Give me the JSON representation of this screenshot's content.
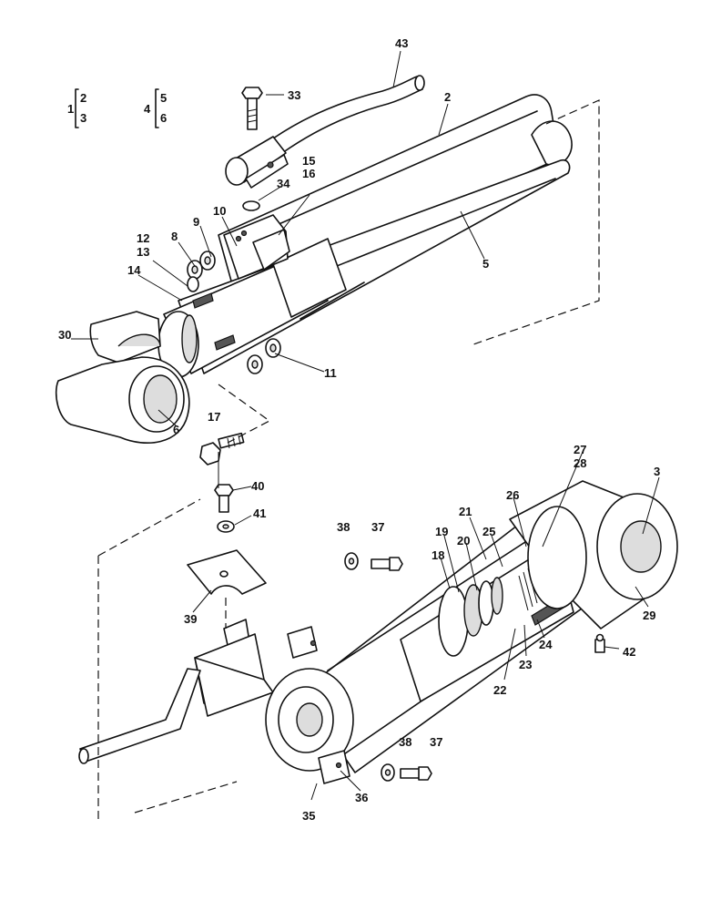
{
  "legend": [
    {
      "parent": "1",
      "children": [
        "2",
        "3"
      ]
    },
    {
      "parent": "4",
      "children": [
        "5",
        "6"
      ]
    }
  ],
  "callouts": {
    "c43": "43",
    "c33": "33",
    "c2": "2",
    "c15": "15",
    "c16": "16",
    "c34": "34",
    "c10": "10",
    "c9": "9",
    "c8": "8",
    "c12": "12",
    "c13": "13",
    "c14": "14",
    "c5": "5",
    "c30": "30",
    "c11": "11",
    "c6": "6",
    "c17": "17",
    "c40": "40",
    "c41": "41",
    "c39": "39",
    "c38a": "38",
    "c37a": "37",
    "c27": "27",
    "c28": "28",
    "c3": "3",
    "c26": "26",
    "c21": "21",
    "c25": "25",
    "c19": "19",
    "c20": "20",
    "c18": "18",
    "c29": "29",
    "c42": "42",
    "c24": "24",
    "c23": "23",
    "c22": "22",
    "c38b": "38",
    "c37b": "37",
    "c35": "35",
    "c36": "36"
  }
}
